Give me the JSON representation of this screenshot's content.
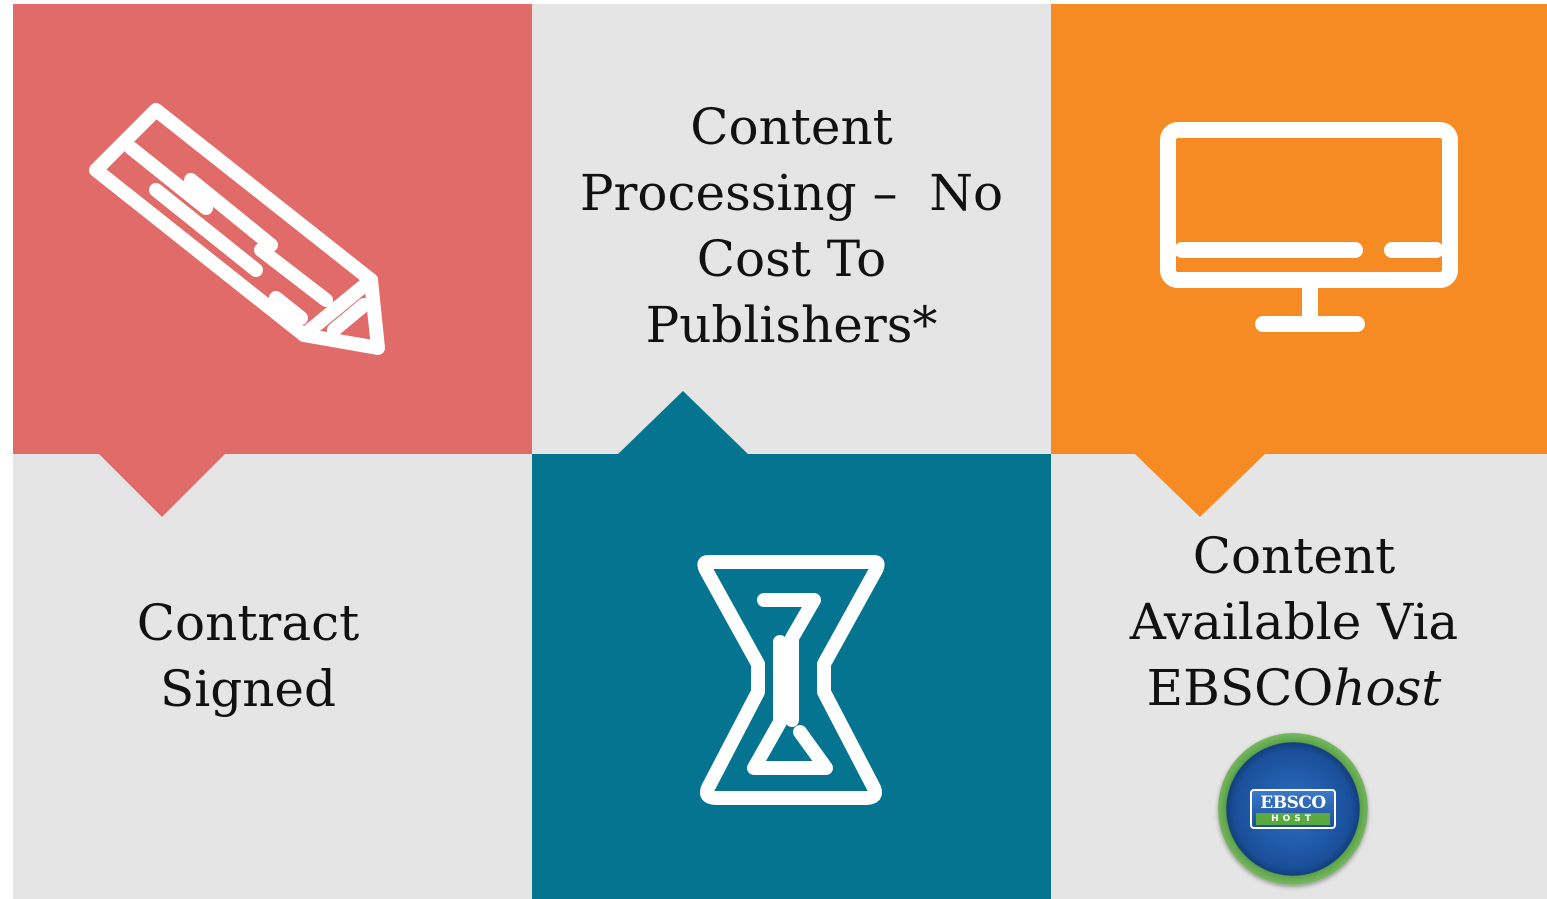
{
  "colors": {
    "background_gray": "#e5e5e5",
    "coral": "#e06b68",
    "teal": "#047491",
    "orange": "#f58b22",
    "white": "#ffffff",
    "text": "#111111"
  },
  "steps": [
    {
      "title_lines": [
        "Contract",
        "Signed"
      ],
      "icon": "pencil-icon",
      "color": "coral"
    },
    {
      "title_lines": [
        "Content",
        "Processing –  No",
        "Cost To",
        "Publishers*"
      ],
      "icon": "hourglass-icon",
      "color": "teal"
    },
    {
      "title_lines": [
        "Content",
        "Available Via",
        "EBSCO"
      ],
      "title_italic_suffix": "host",
      "icon": "monitor-icon",
      "color": "orange"
    }
  ],
  "logo": {
    "name": "ebscohost-logo",
    "word": "EBSCO",
    "sub": "HOST"
  }
}
